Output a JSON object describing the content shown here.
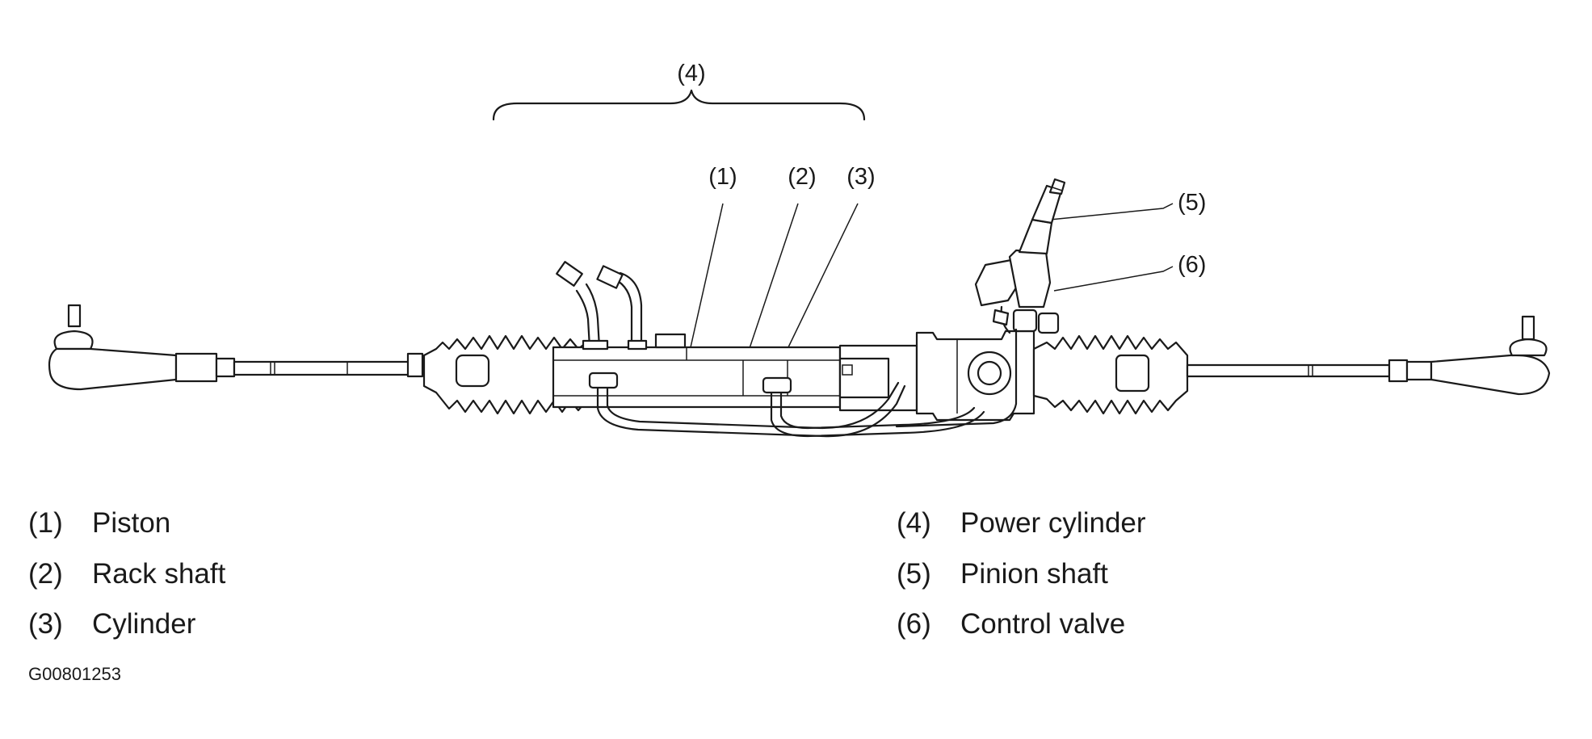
{
  "diagram": {
    "callouts": [
      "(1)",
      "(2)",
      "(3)",
      "(4)",
      "(5)",
      "(6)"
    ]
  },
  "legend": [
    {
      "num": "(1)",
      "name": "Piston"
    },
    {
      "num": "(2)",
      "name": "Rack shaft"
    },
    {
      "num": "(3)",
      "name": "Cylinder"
    },
    {
      "num": "(4)",
      "name": "Power cylinder"
    },
    {
      "num": "(5)",
      "name": "Pinion shaft"
    },
    {
      "num": "(6)",
      "name": "Control valve"
    }
  ],
  "figure_code": "G00801253"
}
